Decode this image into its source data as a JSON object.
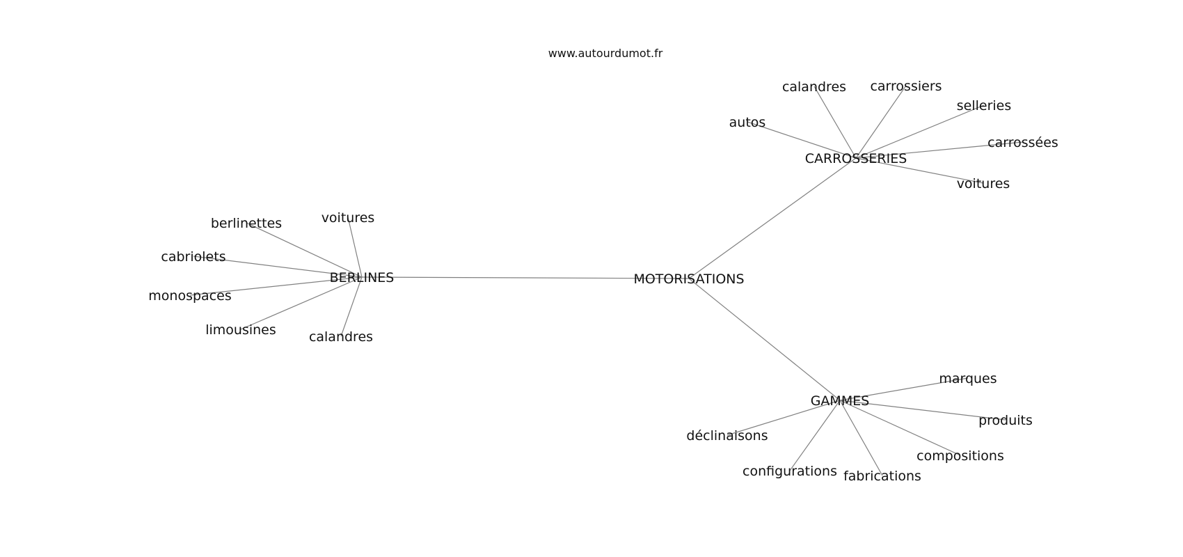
{
  "source": "www.autourdumot.fr",
  "graph": {
    "nodes": [
      {
        "id": "motorisations",
        "label": "MOTORISATIONS"
      },
      {
        "id": "berlines",
        "label": "BERLINES"
      },
      {
        "id": "carrosseries",
        "label": "CARROSSERIES"
      },
      {
        "id": "gammes",
        "label": "GAMMES"
      },
      {
        "id": "b-voitures",
        "label": "voitures"
      },
      {
        "id": "b-berlinettes",
        "label": "berlinettes"
      },
      {
        "id": "b-cabriolets",
        "label": "cabriolets"
      },
      {
        "id": "b-monospaces",
        "label": "monospaces"
      },
      {
        "id": "b-limousines",
        "label": "limousines"
      },
      {
        "id": "b-calandres",
        "label": "calandres"
      },
      {
        "id": "c-autos",
        "label": "autos"
      },
      {
        "id": "c-calandres",
        "label": "calandres"
      },
      {
        "id": "c-carrossiers",
        "label": "carrossiers"
      },
      {
        "id": "c-selleries",
        "label": "selleries"
      },
      {
        "id": "c-carrossees",
        "label": "carrossées"
      },
      {
        "id": "c-voitures",
        "label": "voitures"
      },
      {
        "id": "g-marques",
        "label": "marques"
      },
      {
        "id": "g-produits",
        "label": "produits"
      },
      {
        "id": "g-compositions",
        "label": "compositions"
      },
      {
        "id": "g-fabrications",
        "label": "fabrications"
      },
      {
        "id": "g-configurations",
        "label": "configurations"
      },
      {
        "id": "g-declinaisons",
        "label": "déclinaisons"
      }
    ],
    "edges": [
      [
        "motorisations",
        "berlines"
      ],
      [
        "motorisations",
        "carrosseries"
      ],
      [
        "motorisations",
        "gammes"
      ],
      [
        "berlines",
        "b-voitures"
      ],
      [
        "berlines",
        "b-berlinettes"
      ],
      [
        "berlines",
        "b-cabriolets"
      ],
      [
        "berlines",
        "b-monospaces"
      ],
      [
        "berlines",
        "b-limousines"
      ],
      [
        "berlines",
        "b-calandres"
      ],
      [
        "carrosseries",
        "c-autos"
      ],
      [
        "carrosseries",
        "c-calandres"
      ],
      [
        "carrosseries",
        "c-carrossiers"
      ],
      [
        "carrosseries",
        "c-selleries"
      ],
      [
        "carrosseries",
        "c-carrossees"
      ],
      [
        "carrosseries",
        "c-voitures"
      ],
      [
        "gammes",
        "g-marques"
      ],
      [
        "gammes",
        "g-produits"
      ],
      [
        "gammes",
        "g-compositions"
      ],
      [
        "gammes",
        "g-fabrications"
      ],
      [
        "gammes",
        "g-configurations"
      ],
      [
        "gammes",
        "g-declinaisons"
      ]
    ]
  }
}
